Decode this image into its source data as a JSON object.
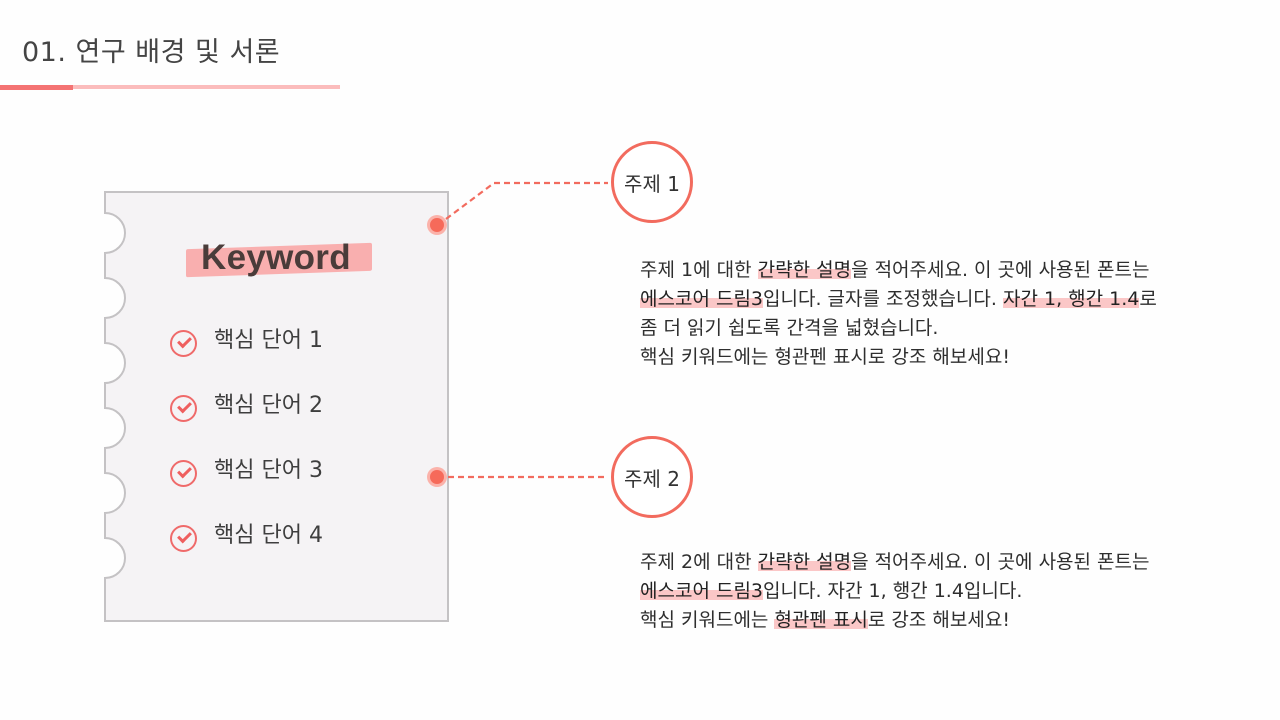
{
  "header": {
    "title": "01. 연구 배경 및 서론"
  },
  "colors": {
    "accent": "#f47373",
    "accent_light": "#fbbcbc",
    "highlight": "#fbc7c7",
    "circle_border": "#f26b5e"
  },
  "keyword_card": {
    "title": "Keyword",
    "items": [
      {
        "label": "핵심 단어 1",
        "icon": "check-circle-icon"
      },
      {
        "label": "핵심 단어 2",
        "icon": "check-circle-icon"
      },
      {
        "label": "핵심 단어 3",
        "icon": "check-circle-icon"
      },
      {
        "label": "핵심 단어 4",
        "icon": "check-circle-icon"
      }
    ]
  },
  "topics": [
    {
      "label": "주제 1",
      "description": {
        "line1": [
          "주제 1에 대한 ",
          "간략한 설명",
          "을 적어주세요. 이 곳에 사용된 폰트는"
        ],
        "line2": [
          "에스코어 드림3",
          "입니다. 글자를 조정했습니다. ",
          "자간 1, 행간 1.4",
          "로"
        ],
        "line3": "좀 더 읽기 쉽도록 간격을 넓혔습니다.",
        "line4": "핵심 키워드에는 형관펜 표시로 강조 해보세요!"
      }
    },
    {
      "label": "주제 2",
      "description": {
        "line1": [
          "주제 2에 대한 ",
          "간략한 설명",
          "을 적어주세요. 이 곳에 사용된 폰트는"
        ],
        "line2": [
          "에스코어 드림3",
          "입니다. 자간 1, 행간 1.4입니다."
        ],
        "line3": [
          "핵심 키워드에는 ",
          "형관펜 표시",
          "로 강조 해보세요!"
        ]
      }
    }
  ]
}
